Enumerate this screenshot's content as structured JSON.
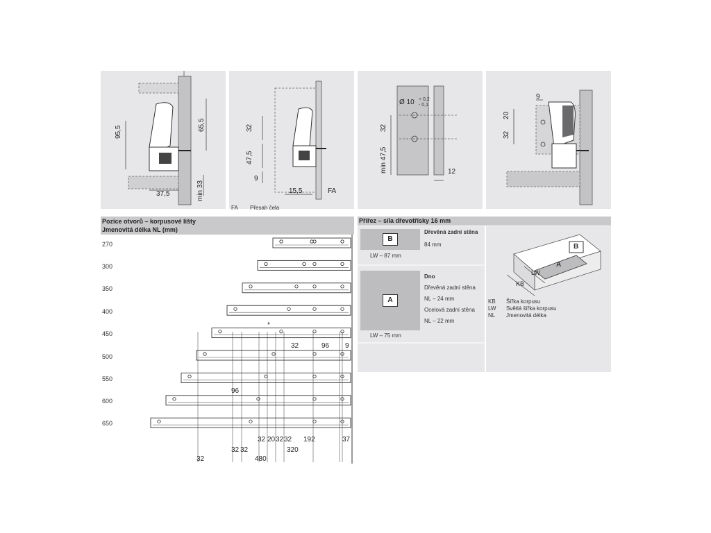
{
  "top_panels": {
    "p1": {
      "dim_vertical": "95,5",
      "dim_vertical_2": "65,5",
      "dim_min": "min 33",
      "dim_horizontal": "37,5"
    },
    "p2": {
      "dim_32": "32",
      "dim_47_5": "47,5",
      "dim_9": "9",
      "dim_15_5": "15,5",
      "dim_fa": "FA"
    },
    "p3": {
      "dim_hole": "Ø 10",
      "tol_plus": "+ 0,2",
      "tol_minus": "- 0,1",
      "dim_32": "32",
      "dim_min_47_5": "min 47,5",
      "dim_12": "12"
    },
    "p4": {
      "dim_9": "9",
      "dim_20": "20",
      "dim_32": "32"
    }
  },
  "legend_fa": {
    "code": "FA",
    "text": "Přesah čela"
  },
  "left_section": {
    "header_line1": "Pozice otvorů – korpusové lišty",
    "header_line2": "Jmenovitá délka NL (mm)",
    "lengths": [
      "270",
      "300",
      "350",
      "400",
      "450",
      "500",
      "550",
      "600",
      "650"
    ],
    "marker": "*",
    "dims_row450": [
      "32",
      "96",
      "9"
    ],
    "dim_row550": "96",
    "bottom_dims": [
      "32",
      "20",
      "32",
      "32",
      "192",
      "37"
    ],
    "bottom_dims_2": [
      "32",
      "32",
      "320"
    ],
    "bottom_dims_3": [
      "32",
      "480"
    ]
  },
  "right_section": {
    "header": "Přířez – síla dřevotřísky 16 mm",
    "piece_b": {
      "letter": "B",
      "title": "Dřevěná zadní stěna",
      "height": "84 mm",
      "width": "LW – 87 mm"
    },
    "piece_a": {
      "letter": "A",
      "title": "Dno",
      "line1": "Dřevěná zadní stěna",
      "line2": "NL – 24 mm",
      "line3": "Ocelová zadní stěna",
      "line4": "NL – 22 mm",
      "width": "LW – 75 mm"
    },
    "legend": [
      {
        "code": "KB",
        "text": "Šířka korpusu"
      },
      {
        "code": "LW",
        "text": "Světlá šířka korpusu"
      },
      {
        "code": "NL",
        "text": "Jmenovitá délka"
      }
    ],
    "iso_labels": {
      "a": "A",
      "b": "B",
      "kb": "KB",
      "lw": "LW"
    }
  }
}
